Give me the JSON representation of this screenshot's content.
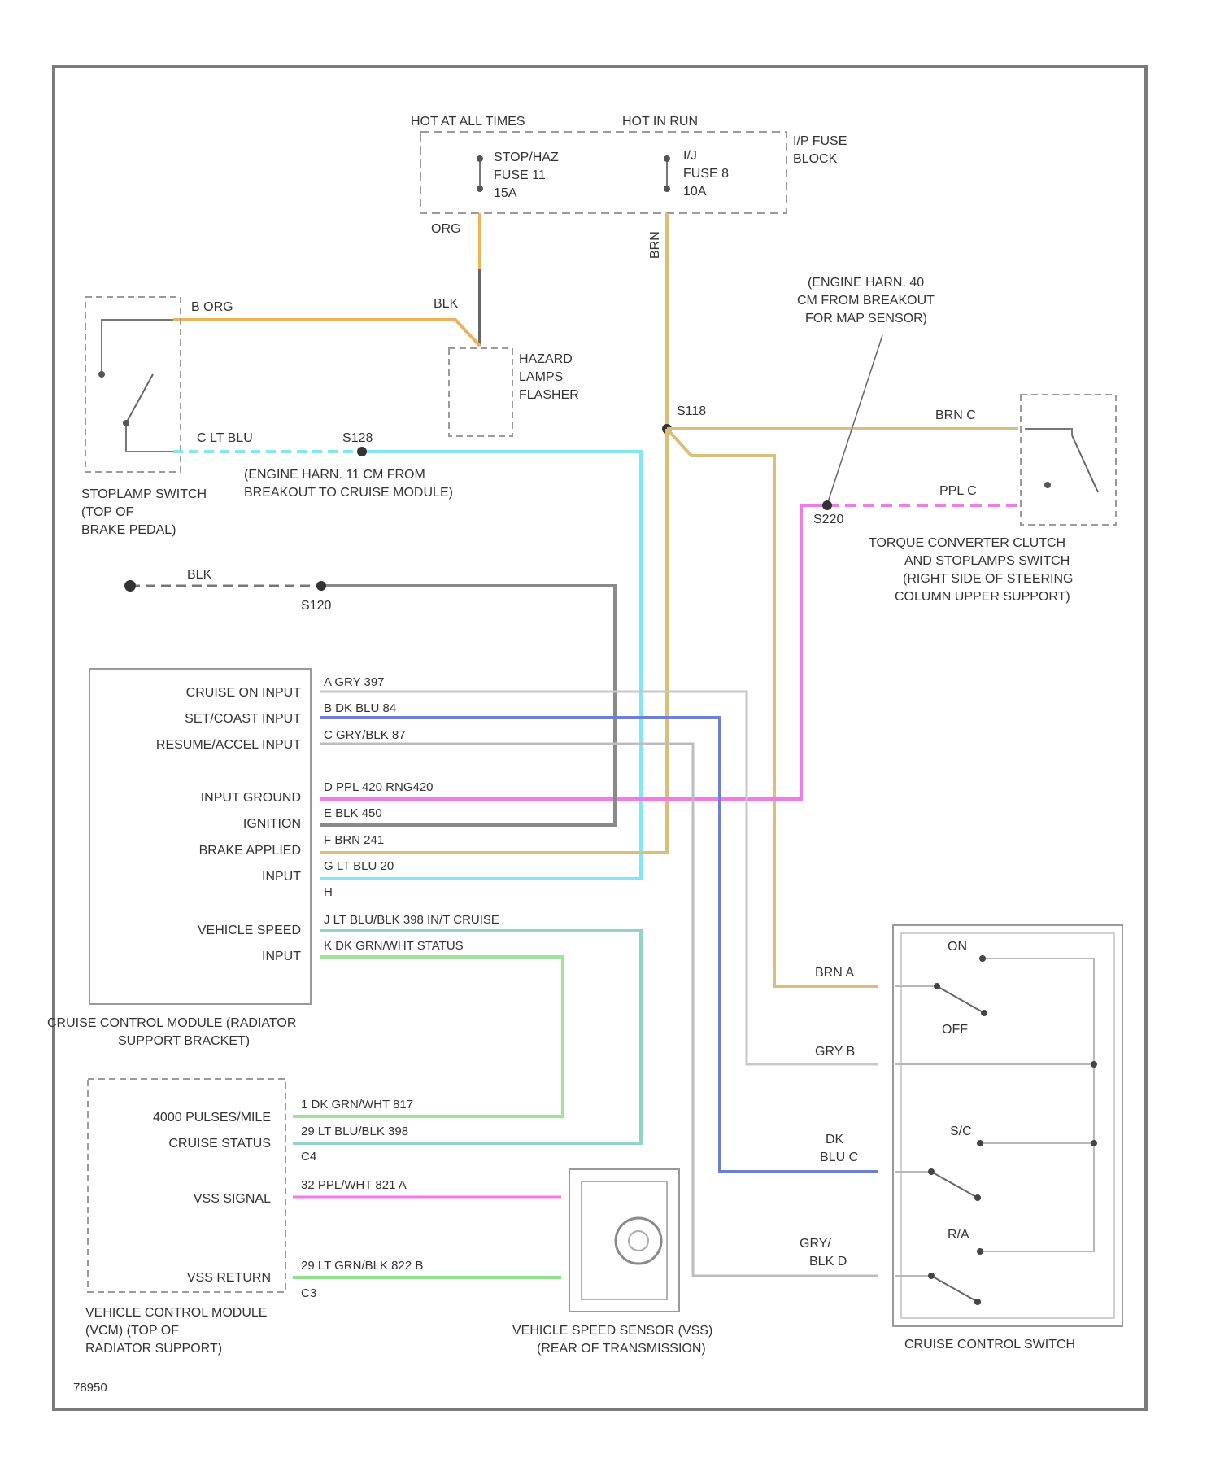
{
  "fuse_block": {
    "hot_at_all_times": "HOT AT ALL TIMES",
    "hot_in_run": "HOT IN RUN",
    "name_l1": "I/P FUSE",
    "name_l2": "BLOCK",
    "fuse1_l1": "STOP/HAZ",
    "fuse1_l2": "FUSE 11",
    "fuse1_l3": "15A",
    "fuse2_l1": "I/J",
    "fuse2_l2": "FUSE 8",
    "fuse2_l3": "10A"
  },
  "wires": {
    "org": "ORG",
    "brn": "BRN",
    "b_org": "B  ORG",
    "blk": "BLK",
    "c_lt_blu": "C    LT BLU",
    "brn_c": "BRN    C",
    "ppl_c": "PPL    C",
    "blk_ground": "BLK"
  },
  "splices": {
    "s_upper_left": "S128",
    "s_brn": "S118",
    "s_ppl": "S220",
    "s_blk": "S120"
  },
  "flasher": {
    "l1": "HAZARD",
    "l2": "LAMPS",
    "l3": "FLASHER"
  },
  "engine_harn_11": {
    "l1": "(ENGINE HARN. 11 CM FROM",
    "l2": "BREAKOUT TO CRUISE MODULE)"
  },
  "engine_harn_40": {
    "l1": "(ENGINE HARN. 40",
    "l2": "CM FROM BREAKOUT",
    "l3": "FOR MAP SENSOR)"
  },
  "stoplamp_switch": {
    "l1": "STOPLAMP SWITCH",
    "l2": "(TOP OF",
    "l3": "BRAKE PEDAL)"
  },
  "tcc_switch": {
    "l1": "TORQUE CONVERTER CLUTCH",
    "l2": "AND STOPLAMPS SWITCH",
    "l3": "(RIGHT SIDE OF STEERING",
    "l4": "COLUMN UPPER SUPPORT)"
  },
  "ccm": {
    "pins": [
      {
        "label": "CRUISE ON INPUT",
        "wire": "A  GRY  397"
      },
      {
        "label": "SET/COAST INPUT",
        "wire": "B  DK BLU    84"
      },
      {
        "label": "RESUME/ACCEL INPUT",
        "wire": "C  GRY/BLK    87"
      },
      {
        "label": "INPUT GROUND",
        "wire": "D  PPL  420  RNG420"
      },
      {
        "label": "IGNITION",
        "wire": "E  BLK  450"
      },
      {
        "label": "BRAKE APPLIED",
        "wire": "F  BRN  241"
      },
      {
        "label": "INPUT",
        "wire": "G  LT BLU    20"
      },
      {
        "label": "",
        "wire": "H"
      },
      {
        "label": "VEHICLE SPEED",
        "wire": "J  LT BLU/BLK    398  IN/T CRUISE"
      },
      {
        "label": "INPUT",
        "wire": "K  DK GRN/WHT      STATUS"
      }
    ],
    "name_l1": "CRUISE CONTROL MODULE (RADIATOR",
    "name_l2": "SUPPORT BRACKET)"
  },
  "vcm": {
    "l_4000": "4000 PULSES/MILE",
    "l_cruise_status": "CRUISE STATUS",
    "l_vss_signal": "VSS SIGNAL",
    "l_vss_return": "VSS RETURN",
    "w1": "1     DK GRN/WHT       817",
    "w2": "29    LT BLU/BLK        398",
    "c4": "C4",
    "w3": "32       PPL/WHT        821     A",
    "w4": "29      LT GRN/BLK        822   B",
    "c3": "C3",
    "name_l1": "VEHICLE CONTROL MODULE",
    "name_l2": "(VCM) (TOP OF",
    "name_l3": "RADIATOR SUPPORT)"
  },
  "vss": {
    "l1": "VEHICLE SPEED SENSOR (VSS)",
    "l2": "(REAR OF TRANSMISSION)"
  },
  "ccs": {
    "w_a": "BRN   A",
    "w_b": "GRY   B",
    "w_c1": "DK",
    "w_c2": "BLU   C",
    "w_d1": "GRY/",
    "w_d2": "BLK    D",
    "on": "ON",
    "off": "OFF",
    "sc": "S/C",
    "ra": "R/A",
    "name": "CRUISE CONTROL SWITCH"
  },
  "figure_id": "78950",
  "colors": {
    "org": "#f2b05a",
    "brn": "#d9c07a",
    "lt_blu": "#7fe8f2",
    "ppl": "#f07ae8",
    "blk": "#8a8a8a",
    "dk_blu": "#6e7fd6",
    "gry": "#c8c8c8",
    "lt_grn": "#8ee28a",
    "lt_blu_blk": "#8fd6c8"
  }
}
